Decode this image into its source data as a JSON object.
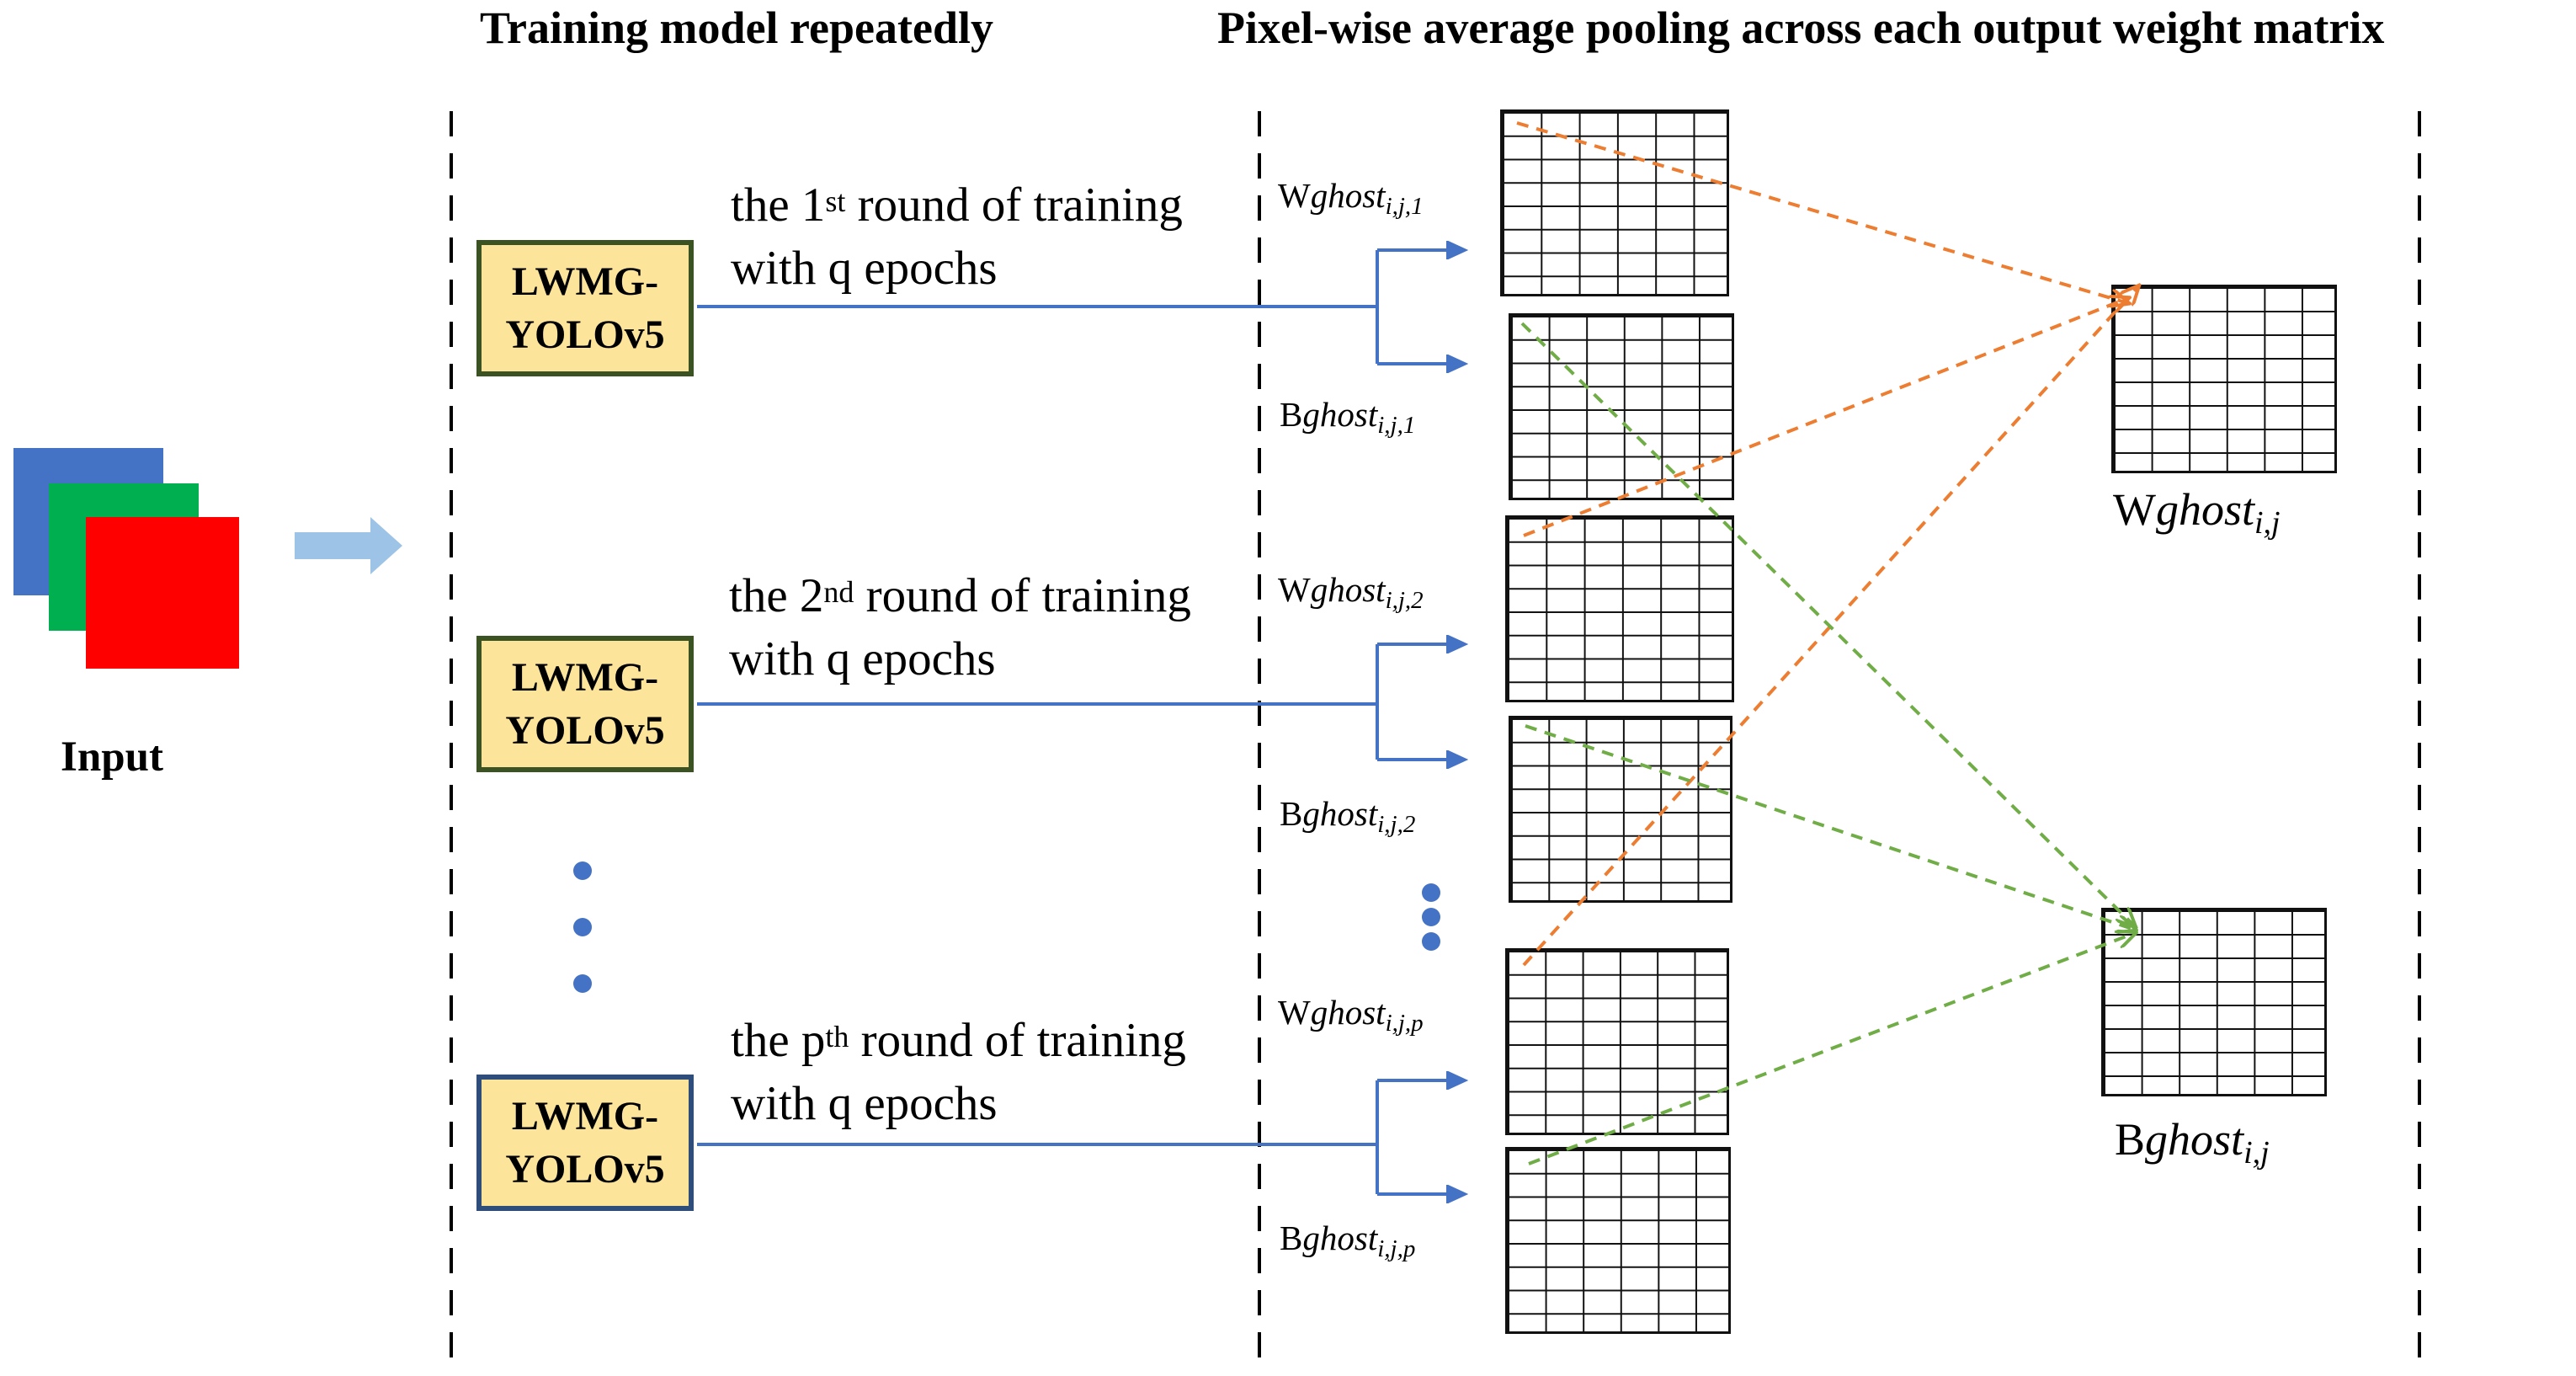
{
  "headers": {
    "left": "Training model repeatedly",
    "right": "Pixel-wise average pooling across each output weight matrix"
  },
  "input": {
    "label": "Input"
  },
  "rounds": [
    {
      "text_pre": "the 1",
      "sup": "st",
      "text_post": " round of training",
      "line2": "with q epochs"
    },
    {
      "text_pre": "the 2",
      "sup": "nd",
      "text_post": " round of training",
      "line2": "with q epochs"
    },
    {
      "text_pre": "the p",
      "sup": "th",
      "text_post": " round of training",
      "line2": "with q epochs"
    }
  ],
  "models": [
    {
      "line1": "LWMG-",
      "line2": "YOLOv5",
      "border": "#3b5323"
    },
    {
      "line1": "LWMG-",
      "line2": "YOLOv5",
      "border": "#3b5323"
    },
    {
      "line1": "LWMG-",
      "line2": "YOLOv5",
      "border": "#2e4d7b"
    }
  ],
  "matrices": [
    {
      "pre": "W",
      "name": "ghost",
      "sub": "i,j,1"
    },
    {
      "pre": "B",
      "name": "ghost",
      "sub": "i,j,1"
    },
    {
      "pre": "W",
      "name": "ghost",
      "sub": "i,j,2"
    },
    {
      "pre": "B",
      "name": "ghost",
      "sub": "i,j,2"
    },
    {
      "pre": "W",
      "name": "ghost",
      "sub": "i,j,p"
    },
    {
      "pre": "B",
      "name": "ghost",
      "sub": "i,j,p"
    }
  ],
  "outputs": [
    {
      "pre": "W",
      "name": "ghost",
      "sub": "i,j"
    },
    {
      "pre": "B",
      "name": "ghost",
      "sub": "i,j"
    }
  ],
  "colors": {
    "blue_arrow": "#4472c4",
    "input_arrow": "#9dc3e6",
    "orange": "#ed7d31",
    "green": "#70ad47",
    "dots": "#4472c4",
    "box_fill": "#fde49b",
    "input_blue": "#4472c4",
    "input_green": "#00b050",
    "input_red": "#ff0000"
  }
}
